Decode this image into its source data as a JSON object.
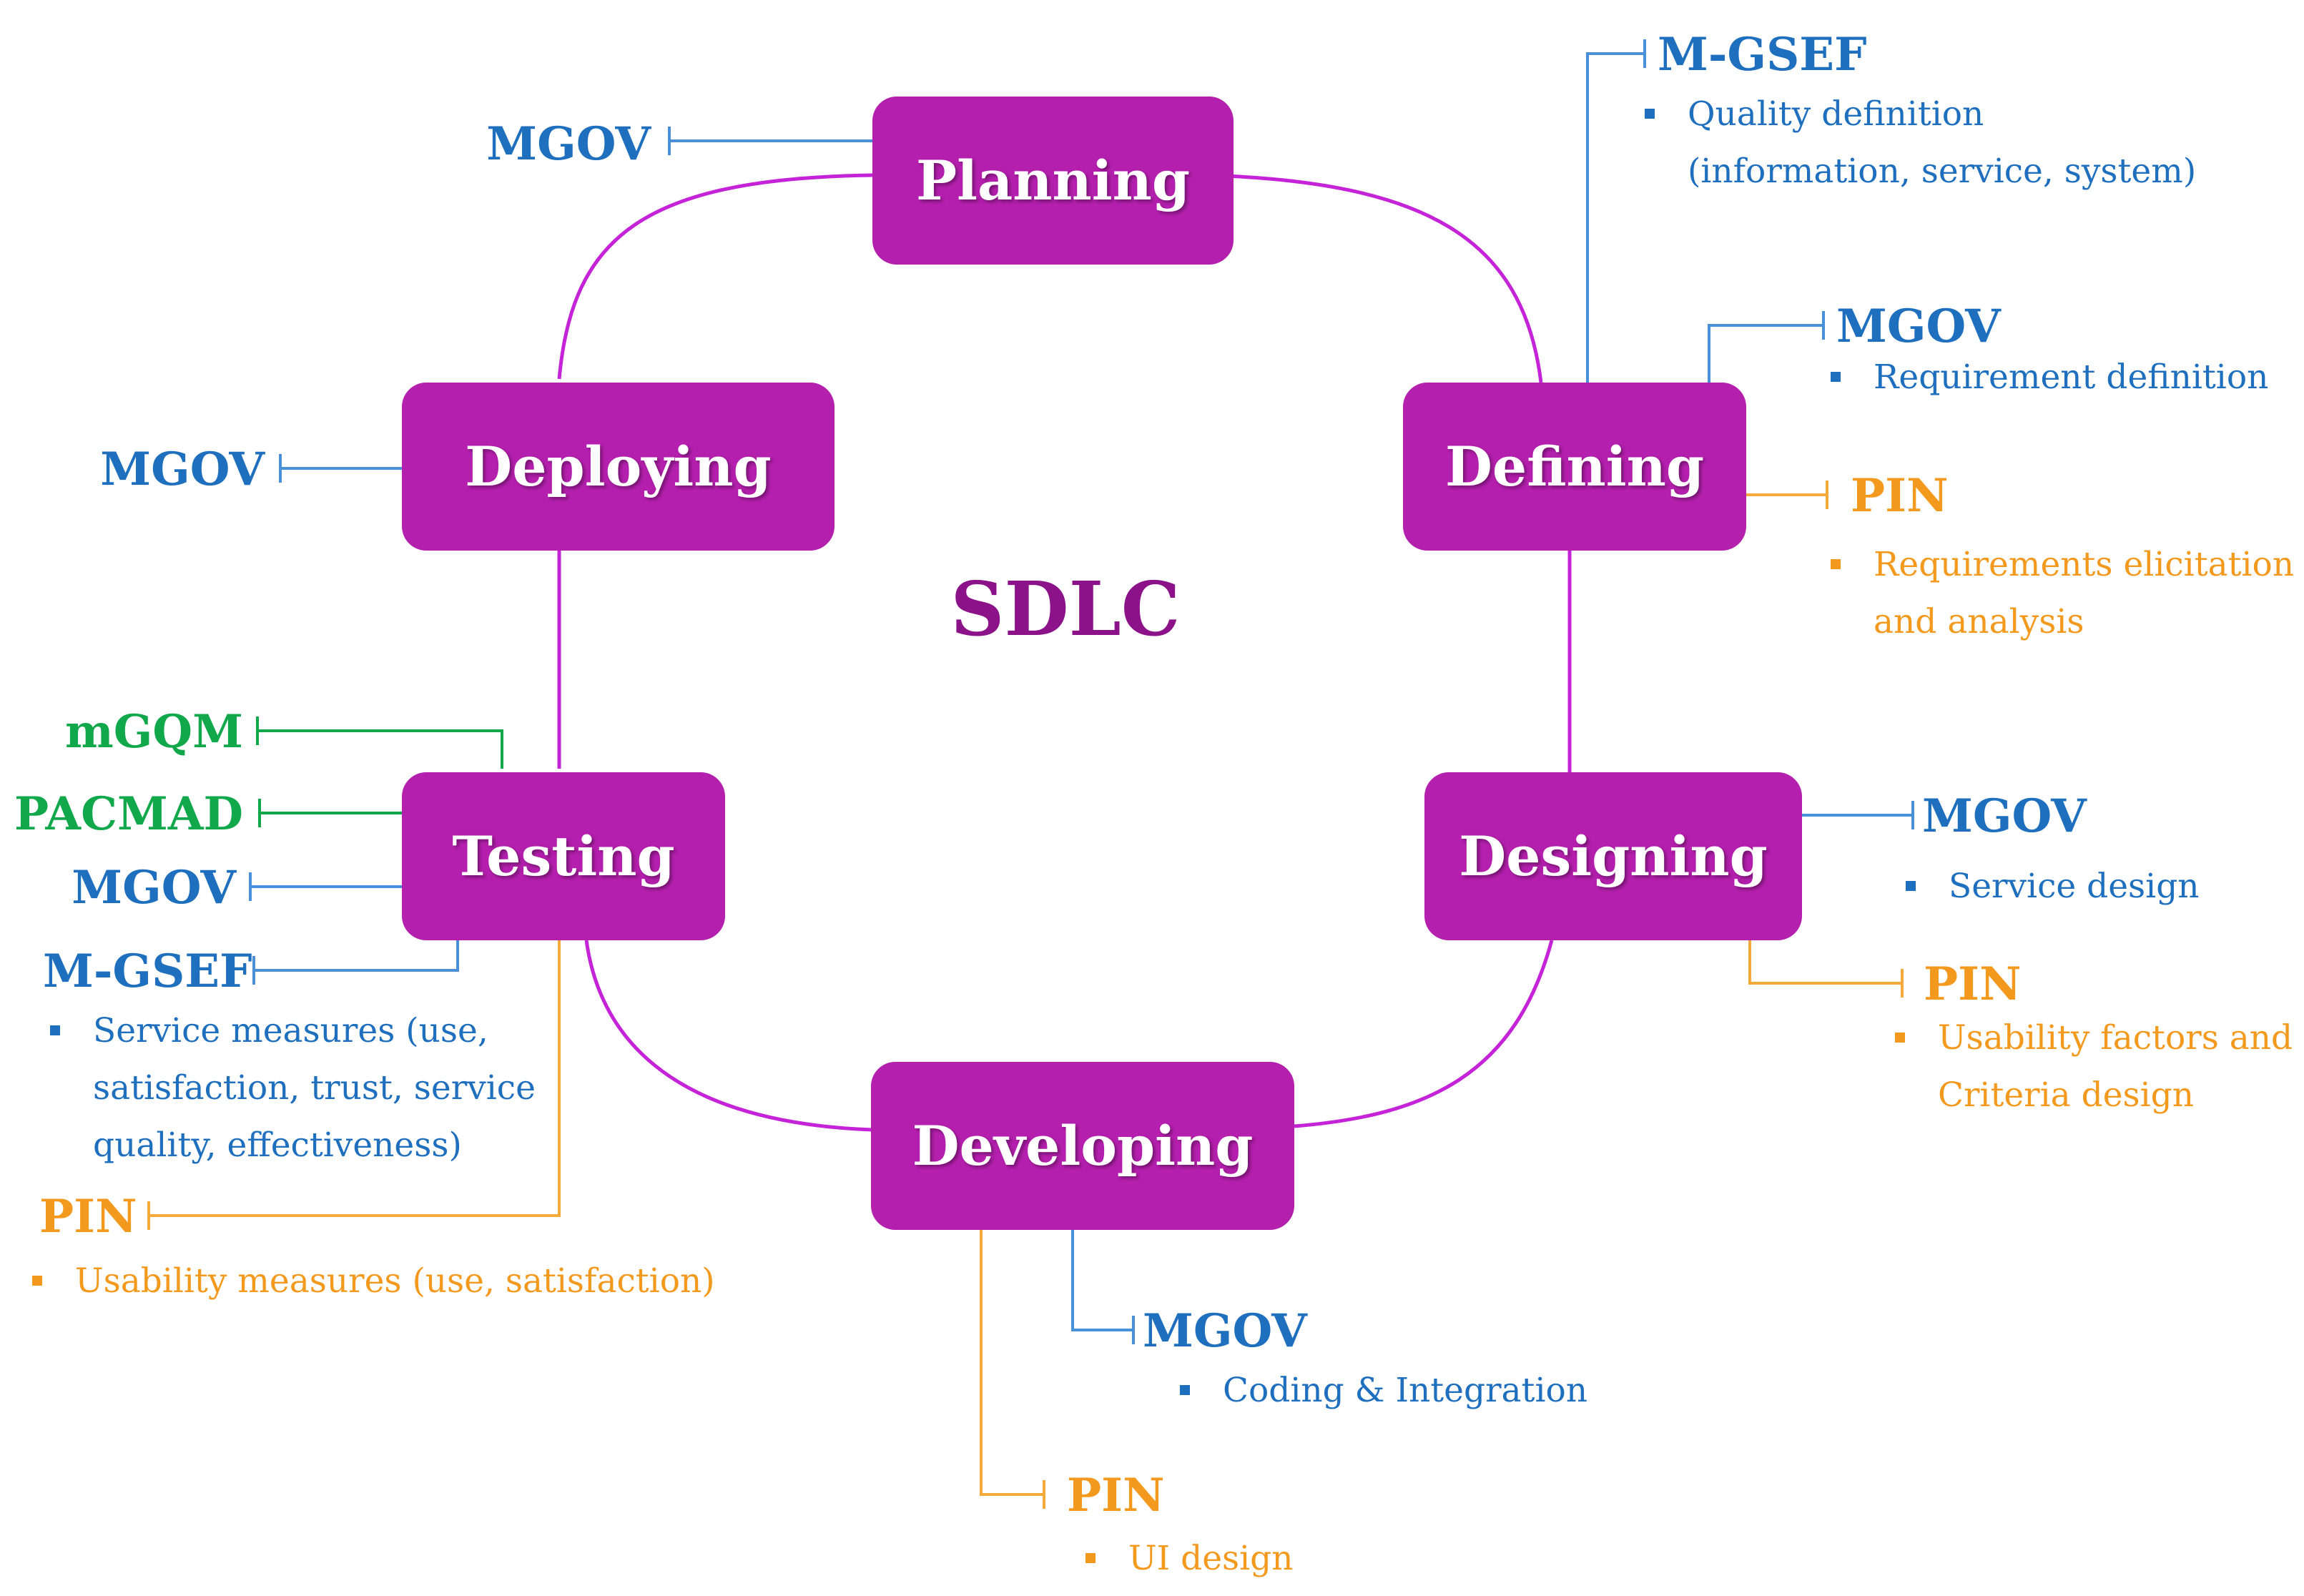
{
  "center_label": "SDLC",
  "phases": {
    "planning": "Planning",
    "defining": "Defining",
    "designing": "Designing",
    "developing": "Developing",
    "testing": "Testing",
    "deploying": "Deploying"
  },
  "labels": {
    "planning_mgov": "MGOV",
    "defining_mgsef": "M-GSEF",
    "defining_mgsef_desc": "Quality definition (information, service, system)",
    "defining_mgov": "MGOV",
    "defining_mgov_desc": "Requirement definition",
    "defining_pin": "PIN",
    "defining_pin_desc": "Requirements elicitation and analysis",
    "designing_mgov": "MGOV",
    "designing_mgov_desc": "Service design",
    "designing_pin": "PIN",
    "designing_pin_desc": "Usability factors and Criteria design",
    "developing_mgov": "MGOV",
    "developing_mgov_desc": "Coding & Integration",
    "developing_pin": "PIN",
    "developing_pin_desc": "UI design",
    "testing_mgqm": "mGQM",
    "testing_pacmad": "PACMAD",
    "testing_mgov": "MGOV",
    "testing_mgsef": "M-GSEF",
    "testing_mgsef_desc": "Service measures (use, satisfaction, trust, service quality, effectiveness)",
    "testing_pin": "PIN",
    "testing_pin_desc": "Usability measures (use, satisfaction)",
    "deploying_mgov": "MGOV"
  },
  "colors": {
    "phase_fill": "#b41fad",
    "cycle_line": "#c423d8",
    "center_text": "#8b1288",
    "blue": "#1f6fbf",
    "orange": "#f39a1e",
    "green": "#10a84b"
  }
}
